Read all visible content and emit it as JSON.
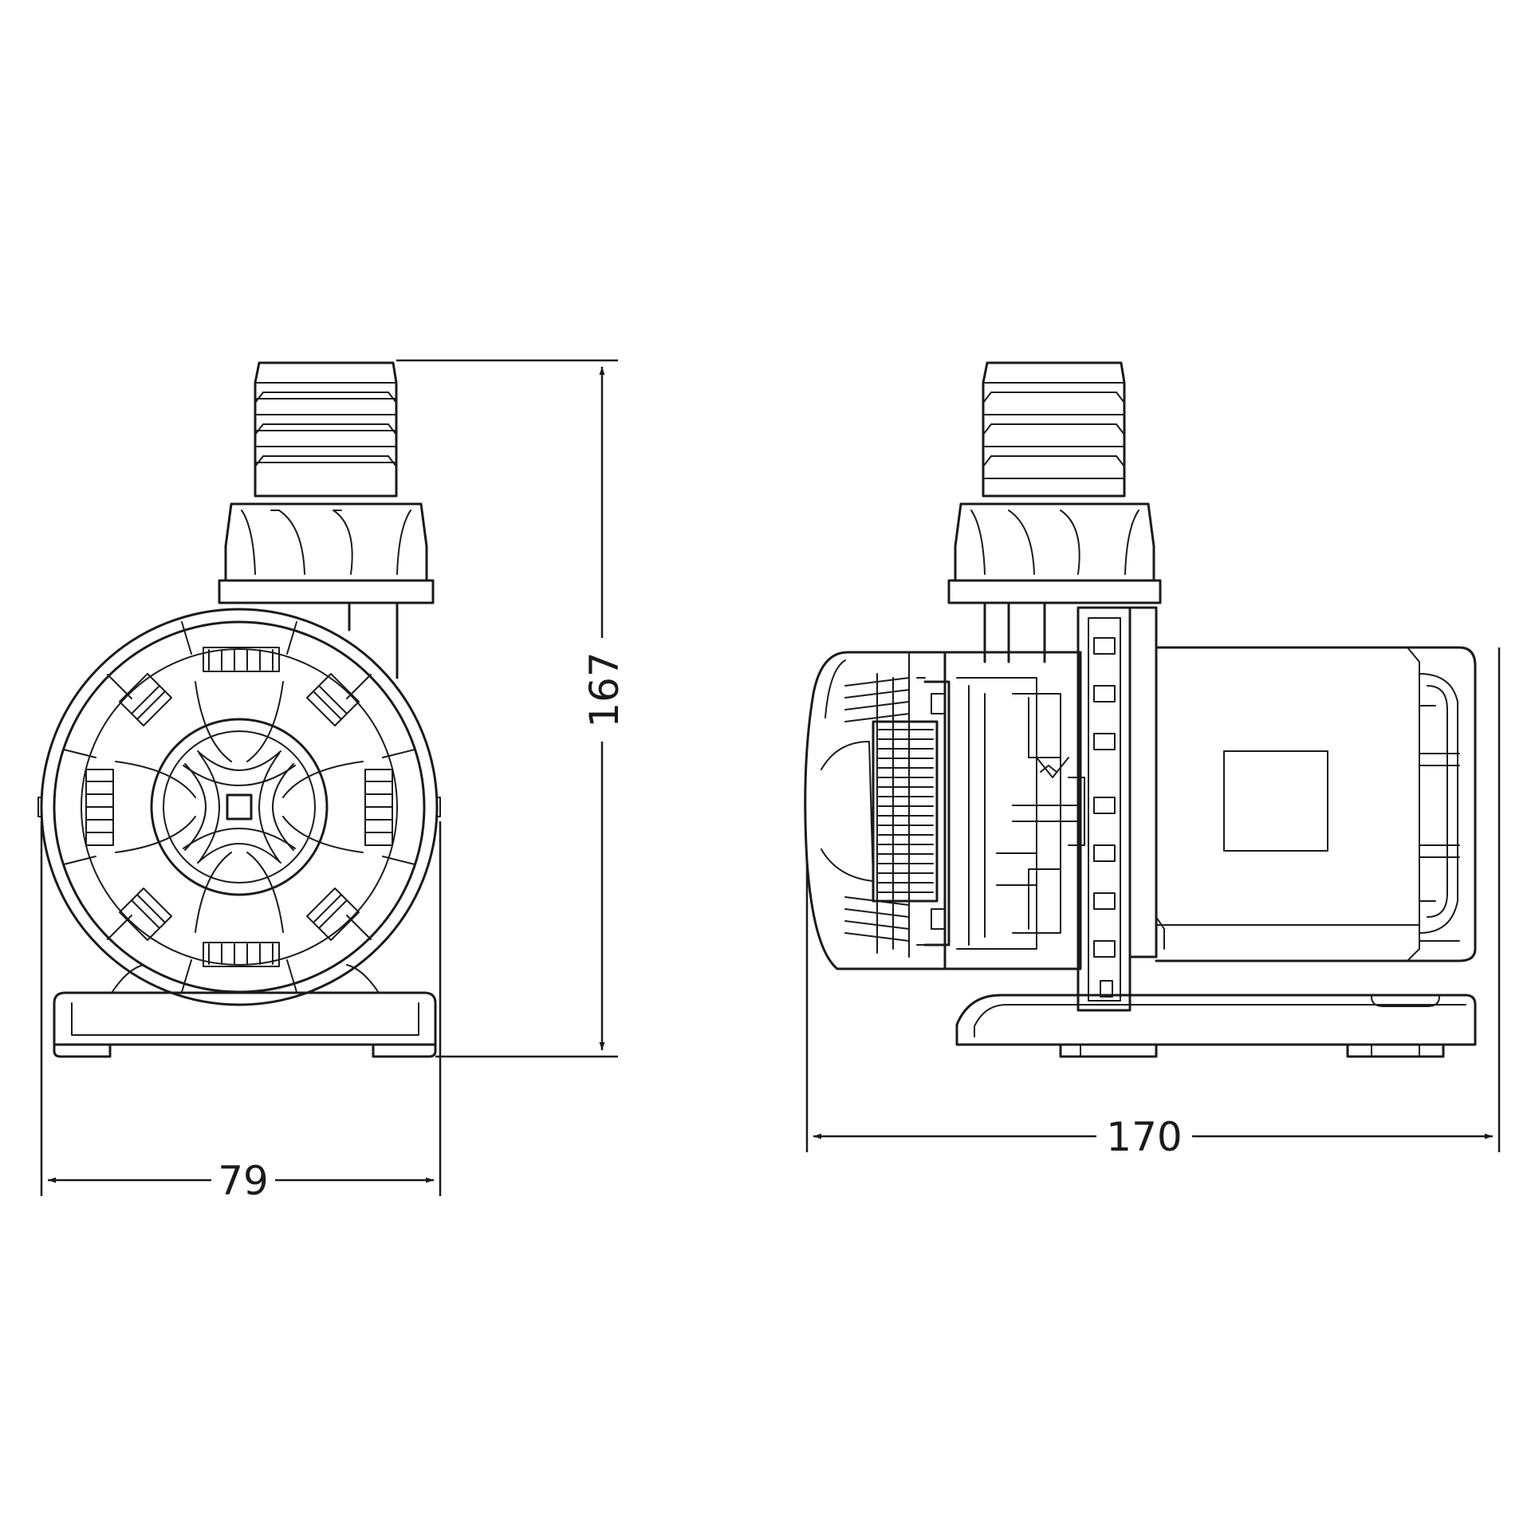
{
  "drawing": {
    "dimensions": {
      "height": "167",
      "front_width": "79",
      "side_length": "170"
    },
    "colors": {
      "line": "#1a1a1a",
      "background": "#ffffff"
    },
    "views": [
      "front-view",
      "side-view"
    ]
  }
}
